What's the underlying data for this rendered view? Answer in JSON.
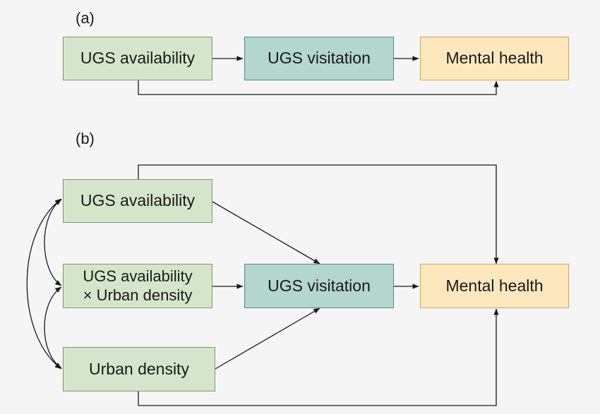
{
  "panels": {
    "a": {
      "label": "(a)",
      "nodes": {
        "availability": "UGS availability",
        "visitation": "UGS visitation",
        "mental": "Mental health"
      }
    },
    "b": {
      "label": "(b)",
      "nodes": {
        "availability": "UGS availability",
        "interaction": "UGS availability\n× Urban density",
        "density": "Urban density",
        "visitation": "UGS visitation",
        "mental": "Mental health"
      }
    }
  },
  "colors": {
    "predictor": "#d5e5cb",
    "mediator": "#b3d6cf",
    "outcome": "#fde7bd",
    "line": "#1a1a1a"
  }
}
